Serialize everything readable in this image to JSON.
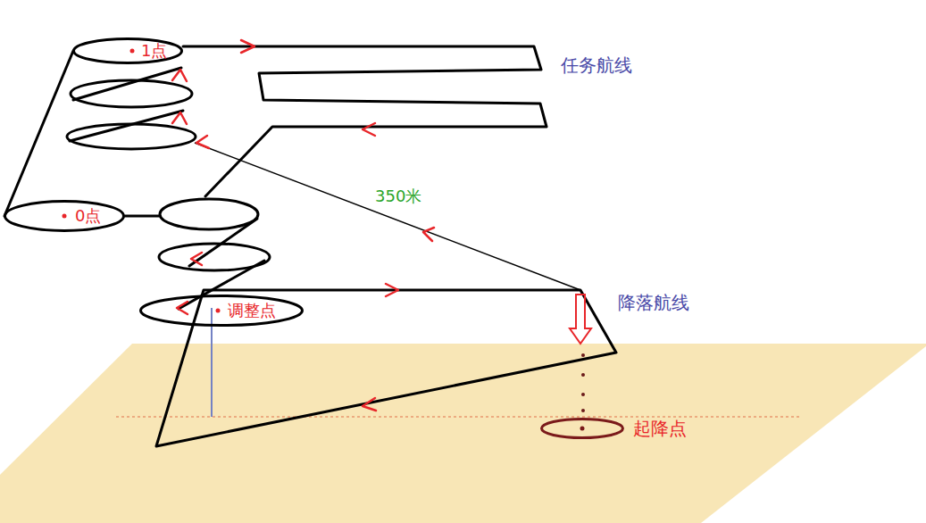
{
  "diagram": {
    "nodes": [
      {
        "text": [
          "1点"
        ]
      },
      {
        "text": [
          "0点"
        ]
      },
      {
        "text": [
          "调整点"
        ]
      },
      {
        "text": [
          "起降点"
        ]
      }
    ],
    "edges": [
      {
        "from": 0,
        "to": 1,
        "arrow": "none"
      }
    ],
    "labels": [
      "任务航线",
      "350米",
      "降落航线"
    ]
  }
}
